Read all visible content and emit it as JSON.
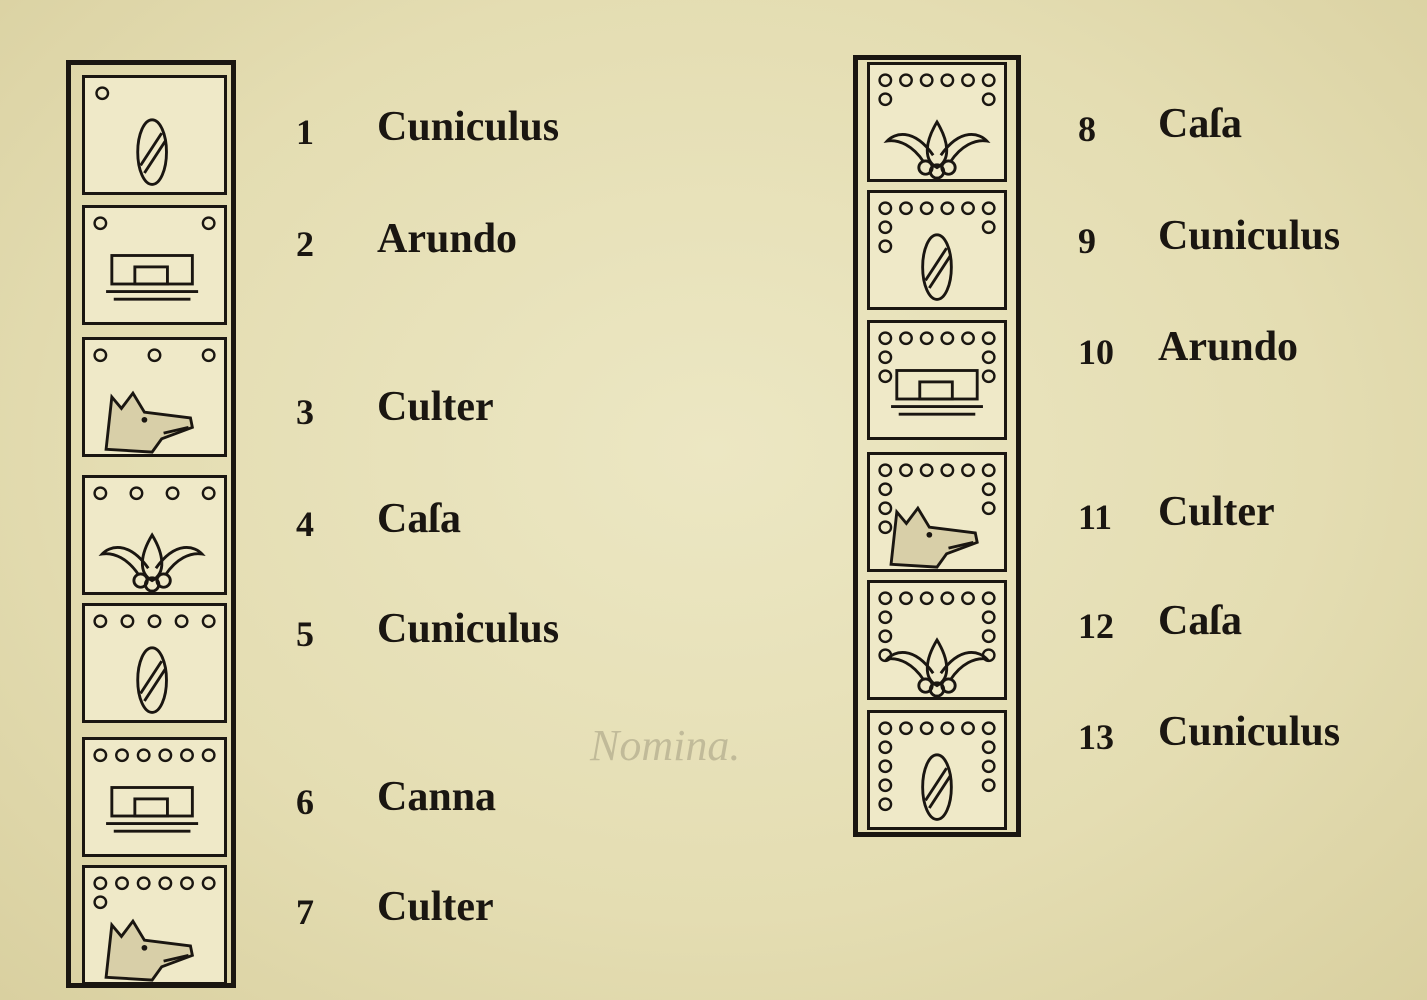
{
  "calendar": {
    "left_column": [
      {
        "number": "1",
        "name": "Cuniculus",
        "glyph": "rabbit",
        "dots": 1
      },
      {
        "number": "2",
        "name": "Arundo",
        "glyph": "reed",
        "dots": 2
      },
      {
        "number": "3",
        "name": "Culter",
        "glyph": "dog",
        "dots": 3
      },
      {
        "number": "4",
        "name": "Caſa",
        "glyph": "house",
        "dots": 4
      },
      {
        "number": "5",
        "name": "Cuniculus",
        "glyph": "rabbit",
        "dots": 5
      },
      {
        "number": "6",
        "name": "Canna",
        "glyph": "reed",
        "dots": 6
      },
      {
        "number": "7",
        "name": "Culter",
        "glyph": "dog",
        "dots": 7
      }
    ],
    "right_column": [
      {
        "number": "8",
        "name": "Caſa",
        "glyph": "house",
        "dots": 8
      },
      {
        "number": "9",
        "name": "Cuniculus",
        "glyph": "rabbit",
        "dots": 9
      },
      {
        "number": "10",
        "name": "Arundo",
        "glyph": "reed",
        "dots": 10
      },
      {
        "number": "11",
        "name": "Culter",
        "glyph": "dog",
        "dots": 11
      },
      {
        "number": "12",
        "name": "Caſa",
        "glyph": "house",
        "dots": 12
      },
      {
        "number": "13",
        "name": "Cuniculus",
        "glyph": "rabbit",
        "dots": 13
      }
    ]
  },
  "bleedthrough": {
    "heading": "Nomina."
  },
  "colors": {
    "ink": "#1a1611",
    "paper": "#e6dfb5"
  }
}
